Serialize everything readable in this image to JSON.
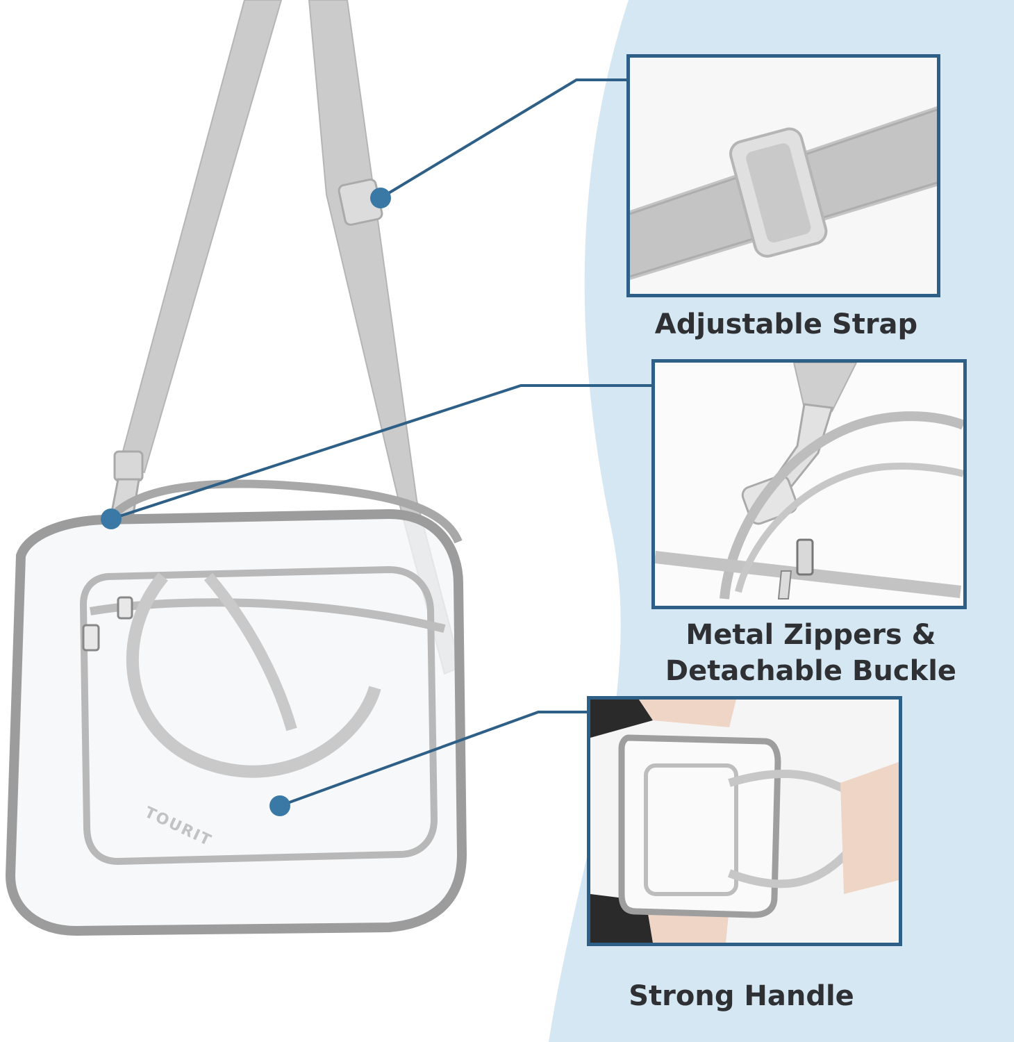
{
  "brand": "TOURIT",
  "features": [
    {
      "name": "adjustable-strap",
      "caption": "Adjustable Strap"
    },
    {
      "name": "metal-zippers",
      "caption_line1": "Metal Zippers &",
      "caption_line2": "Detachable Buckle"
    },
    {
      "name": "strong-handle",
      "caption": "Strong Handle"
    }
  ],
  "colors": {
    "accent": "#2e5f87",
    "callout_dot": "#3a79a6",
    "background_wave": "#d5e7f2",
    "strap_gray": "#c8c8c8",
    "text": "#2f3033"
  }
}
